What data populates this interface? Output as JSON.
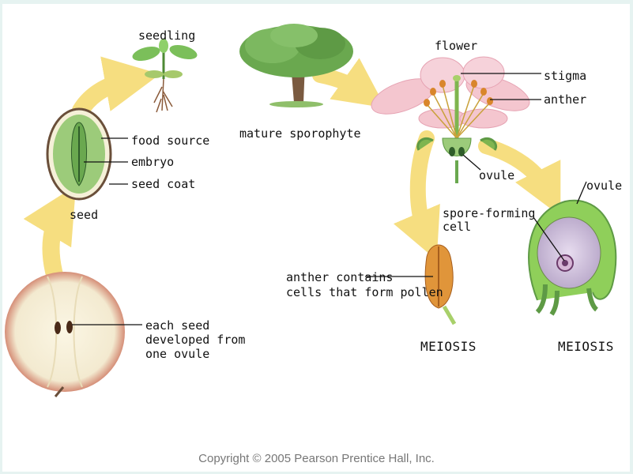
{
  "labels": {
    "seedling": "seedling",
    "flower": "flower",
    "stigma": "stigma",
    "anther": "anther",
    "food_source": "food source",
    "embryo": "embryo",
    "seed_coat": "seed coat",
    "mature_sporophyte": "mature sporophyte",
    "ovule_flower": "ovule",
    "ovule_right": "ovule",
    "seed": "seed",
    "spore_forming_line1": "spore-forming",
    "spore_forming_line2": "cell",
    "anther_contains_line1": "anther contains",
    "anther_contains_line2": "cells that form pollen",
    "each_seed_line1": "each seed",
    "each_seed_line2": "developed from",
    "each_seed_line3": "one ovule",
    "meiosis_left": "MEIOSIS",
    "meiosis_right": "MEIOSIS"
  },
  "copyright": "Copyright © 2005 Pearson Prentice Hall, Inc.",
  "colors": {
    "background": "#e6f3f1",
    "arrow": "#f5d96a",
    "leaf_green": "#6aa84f",
    "petal_pink": "#f4c6cf",
    "anther_orange": "#d9862b",
    "seed_green": "#9ccb7a",
    "apple_red": "#b5473a"
  }
}
